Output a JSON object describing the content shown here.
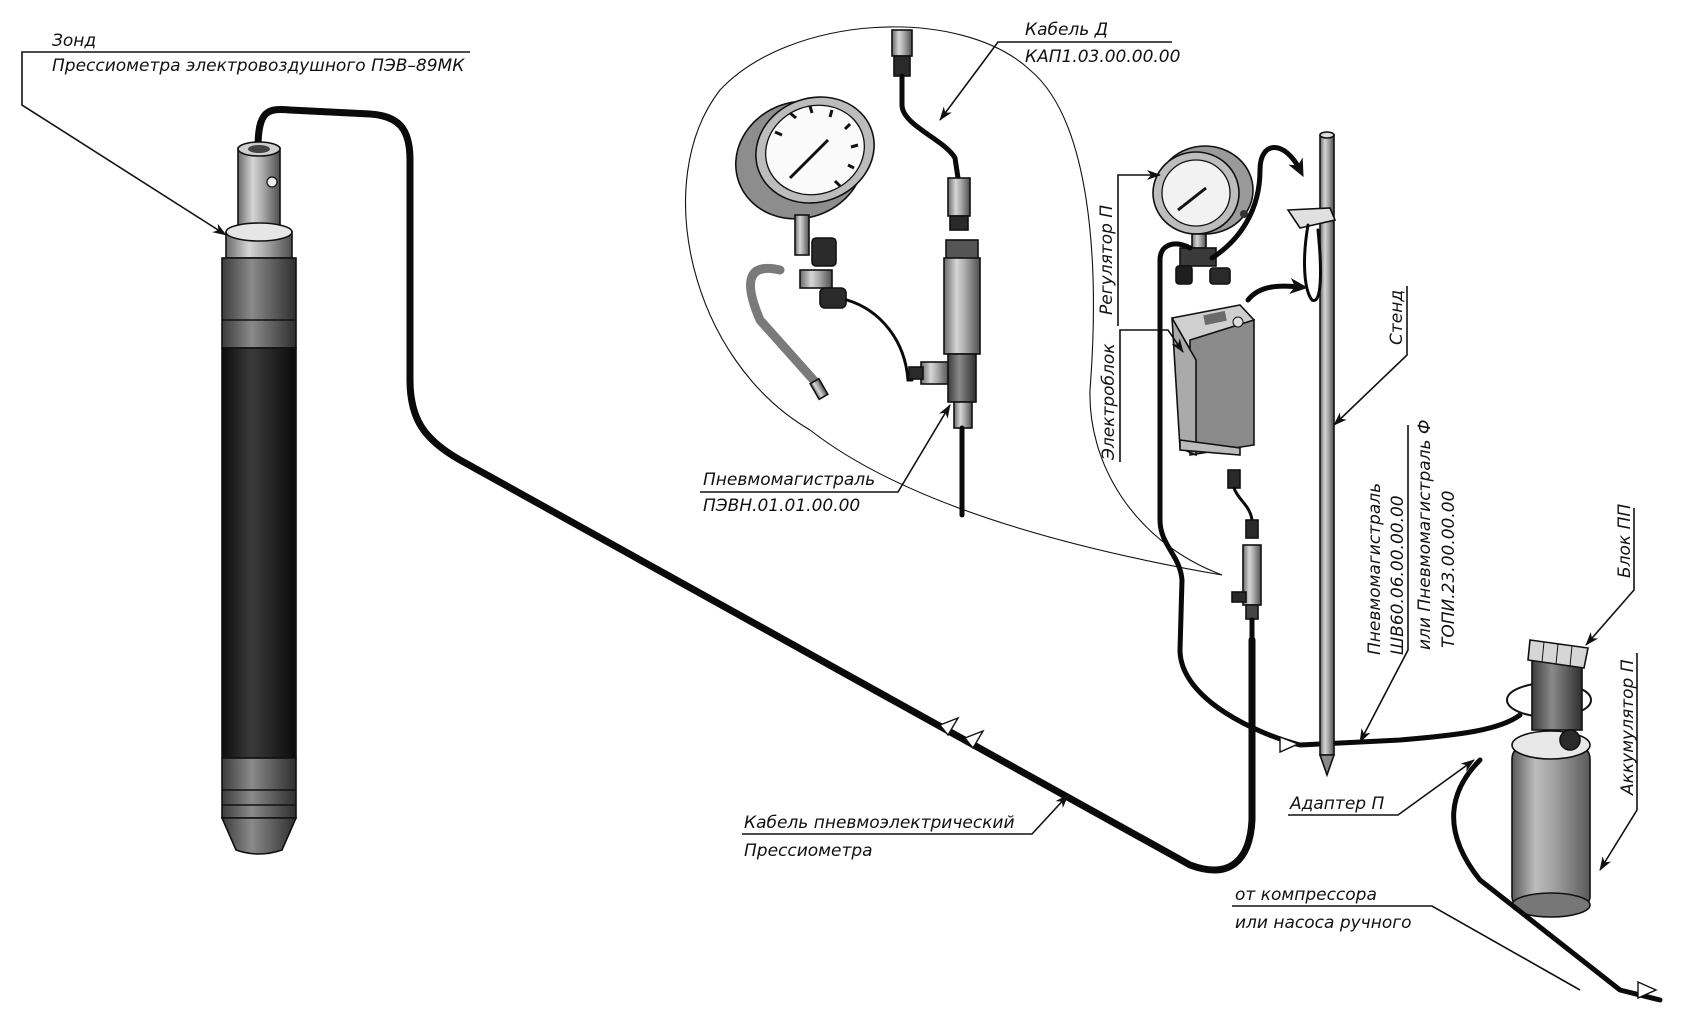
{
  "diagram": {
    "labels": {
      "probe": {
        "line1": "Зонд",
        "line2": "Прессиометра электровоздушного ПЭВ–89МК"
      },
      "cable_d": {
        "line1": "Кабель Д",
        "line2": "КАП1.03.00.00.00"
      },
      "pneumoline_1": {
        "line1": "Пневмомагистраль",
        "line2": "ПЭВН.01.01.00.00"
      },
      "regulator": {
        "line1": "Регулятор П"
      },
      "electroblock": {
        "line1": "Электроблок"
      },
      "stand": {
        "line1": "Стенд"
      },
      "pneumoline_2": {
        "line1": "Пневмомагистраль",
        "line2": "ШВ60.06.00.00.00",
        "line3": "или Пневмомагистраль Ф",
        "line4": "ТОПИ.23.00.00.00"
      },
      "block_pp": {
        "line1": "Блок ПП"
      },
      "accumulator": {
        "line1": "Аккумулятор П"
      },
      "adapter": {
        "line1": "Адаптер П"
      },
      "cable_pneumo": {
        "line1": "Кабель пневмоэлектрический",
        "line2": "Прессиометра"
      },
      "compressor": {
        "line1": "от компрессора",
        "line2": "или насоса ручного"
      }
    },
    "colors": {
      "ink": "#111111",
      "metal_light": "#d8d8d8",
      "metal_mid": "#9a9a9a",
      "metal_dark": "#5e5e5e",
      "rubber": "#1c1c1c"
    }
  }
}
